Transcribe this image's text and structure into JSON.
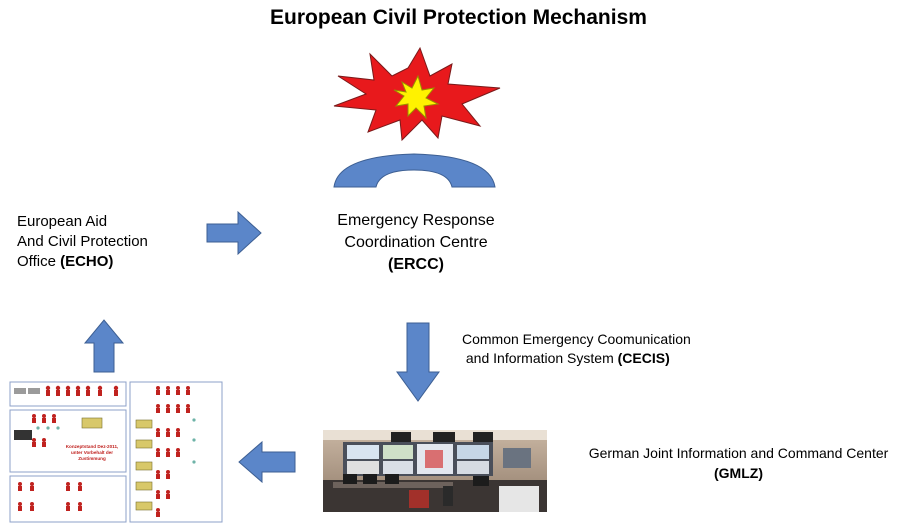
{
  "title": "European Civil Protection Mechanism",
  "echo": {
    "line1": "European Aid",
    "line2": "And Civil Protection",
    "line3_prefix": "Office ",
    "abbr": "(ECHO)"
  },
  "ercc": {
    "line1": "Emergency Response",
    "line2": "Coordination Centre",
    "abbr": "(ERCC)"
  },
  "cecis": {
    "line1": "Common Emergency Coomunication",
    "line2_prefix": " and Information System ",
    "abbr": "(CECIS)"
  },
  "gmlz": {
    "line1": "German Joint Information and Command Center",
    "abbr": "(GMLZ)"
  },
  "document": {
    "stamp_text": "Konzeptstand Dez-2011, unter Vorbehalt der Zustimmung"
  },
  "colors": {
    "arrow_fill": "#5b86c9",
    "arrow_stroke": "#3d5f93",
    "explosion_outer": "#e8191c",
    "explosion_inner": "#fff200",
    "arc_fill": "#5b86c9"
  }
}
